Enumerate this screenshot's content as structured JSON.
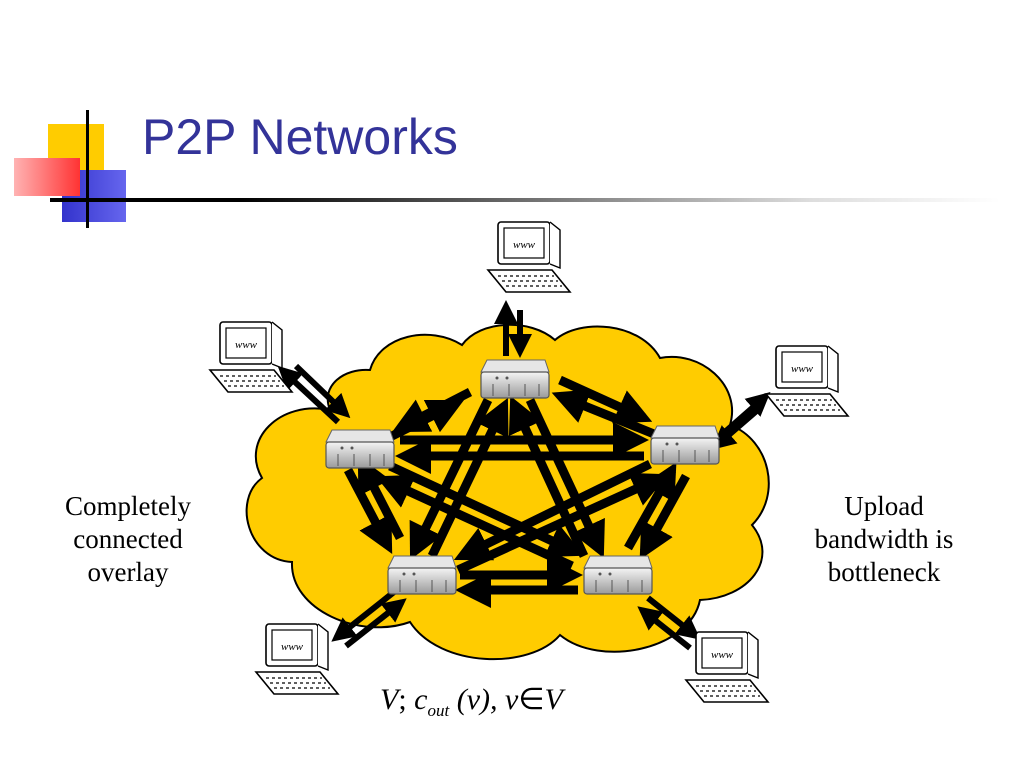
{
  "slide": {
    "title": "P2P Networks",
    "left_caption": [
      "Completely",
      "connected",
      "overlay"
    ],
    "right_caption": [
      "Upload",
      "bandwidth is",
      "bottleneck"
    ],
    "formula": {
      "v_set": "V",
      "semicolon": ";",
      "c": "c",
      "c_sub": "out",
      "arg": "(v),",
      "v": "v",
      "in": "∈",
      "v_set2": "V"
    }
  },
  "colors": {
    "title": "#333399",
    "cloud": "#ffcc00",
    "deco_yellow": "#ffcc00",
    "deco_blue": "#3333cc",
    "deco_red": "#ff3333"
  },
  "icons": {
    "router": "router-icon",
    "computer": "computer-www-icon"
  }
}
